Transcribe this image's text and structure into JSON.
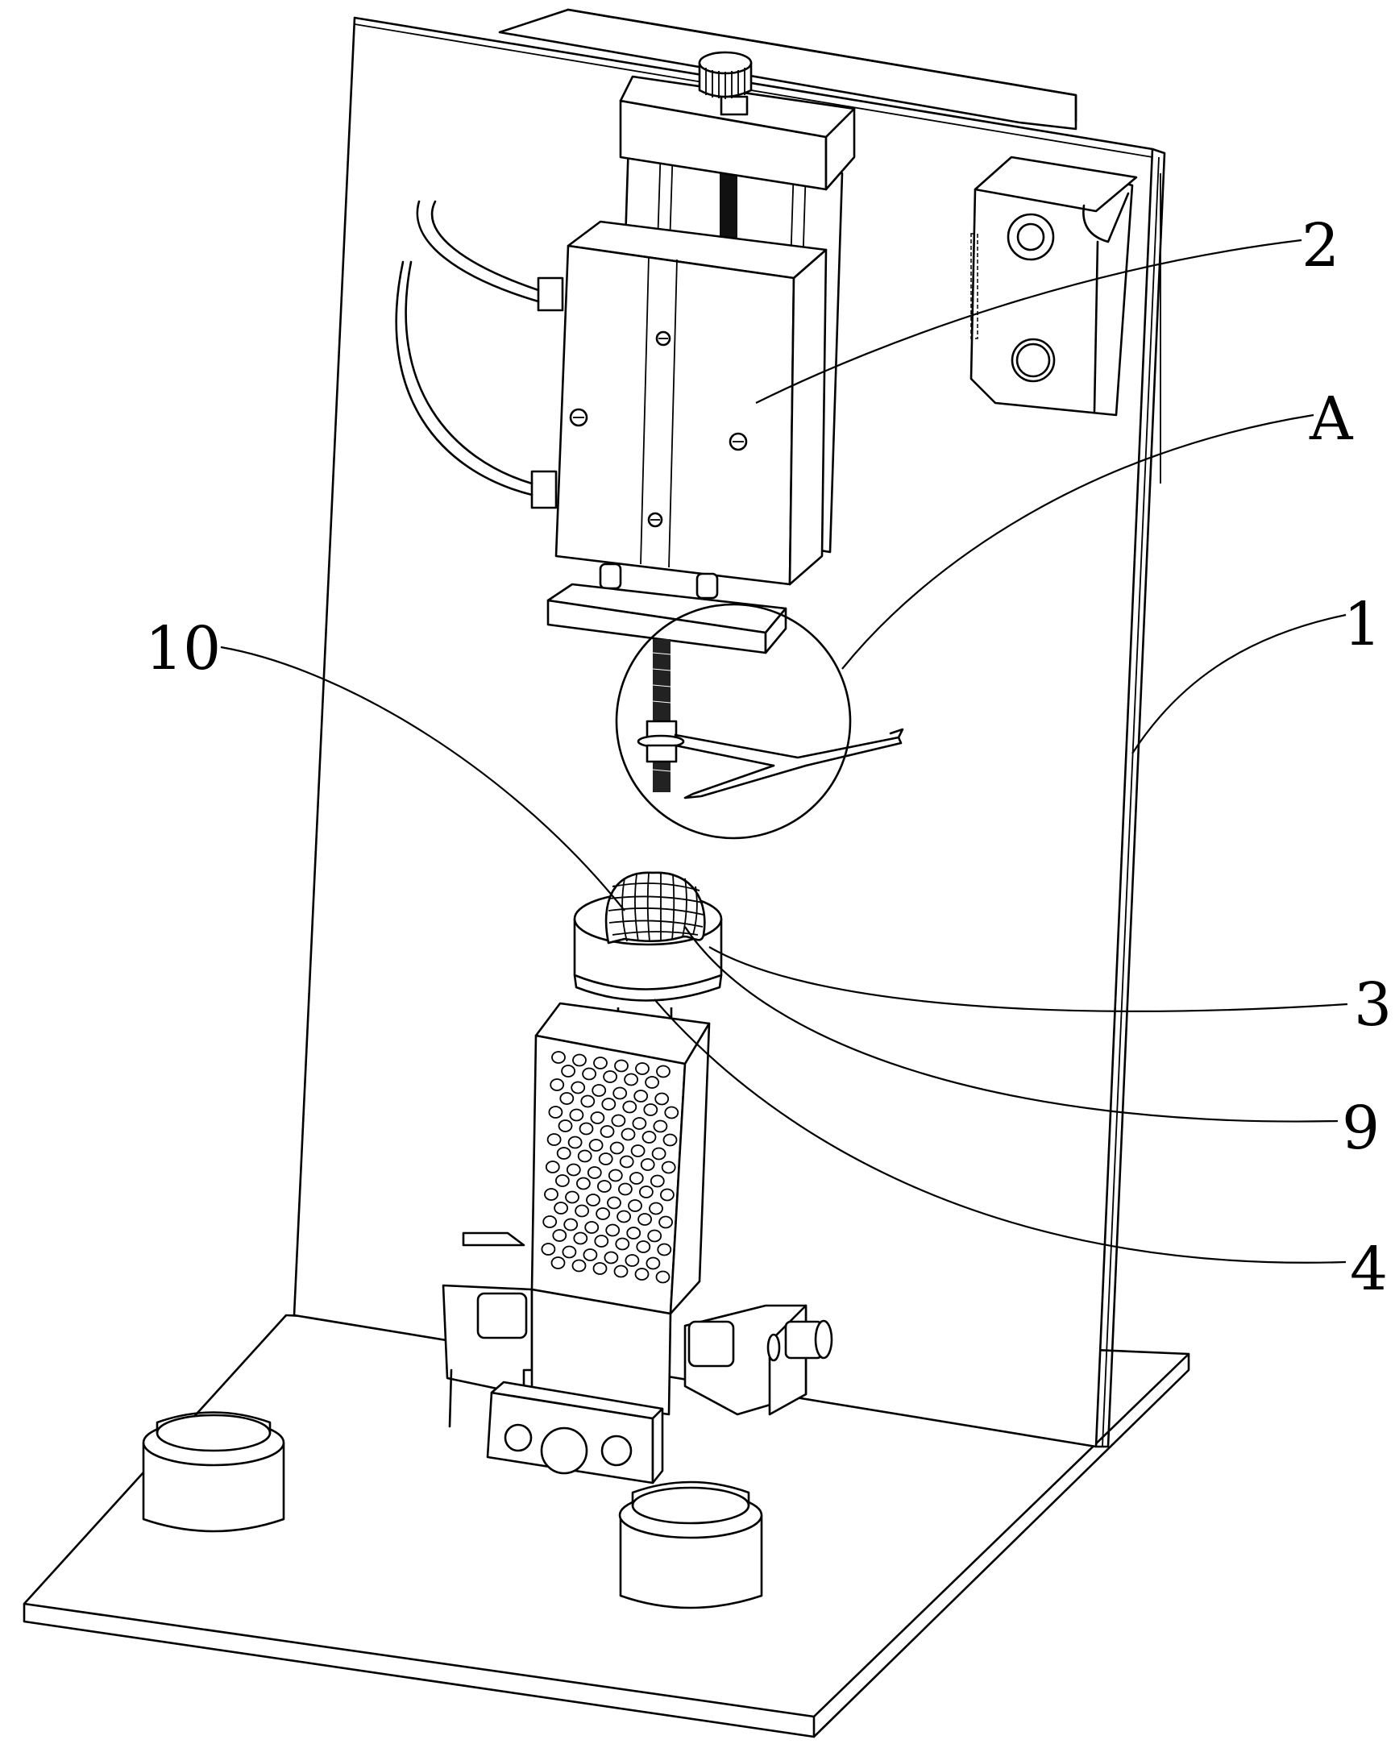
{
  "figure": {
    "type": "patent-style isometric line drawing",
    "subject": "specimen test fixture on L-shaped mounting board",
    "line_color": "#000000",
    "background_color": "#ffffff"
  },
  "callouts": [
    {
      "id": "1",
      "label": "1",
      "target": "vertical-back-panel"
    },
    {
      "id": "2",
      "label": "2",
      "target": "vertical-slide-clamp-assembly"
    },
    {
      "id": "A",
      "label": "A",
      "target": "detail-circle-threaded-rod-and-blade"
    },
    {
      "id": "10",
      "label": "10",
      "target": "mesh-ball-specimen"
    },
    {
      "id": "3",
      "label": "3",
      "target": "cylindrical-holder"
    },
    {
      "id": "9",
      "label": "9",
      "target": "holder-top-ring"
    },
    {
      "id": "4",
      "label": "4",
      "target": "perforated-column-block"
    }
  ]
}
